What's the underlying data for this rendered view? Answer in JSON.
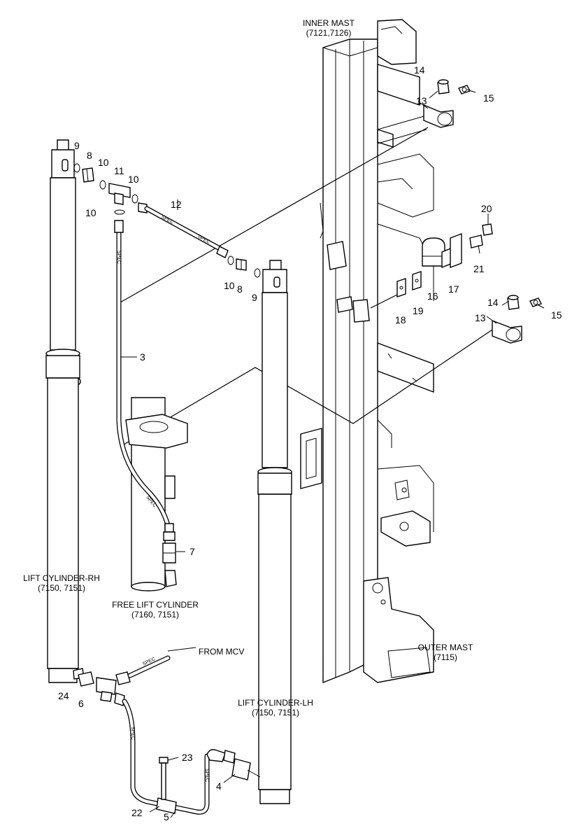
{
  "captions": {
    "inner_mast": {
      "title": "INNER MAST",
      "code": "(7121,7126)"
    },
    "outer_mast": {
      "title": "OUTER MAST",
      "code": "(7115)"
    },
    "lift_rh": {
      "title": "LIFT CYLINDER-RH",
      "code": "(7150, 7151)"
    },
    "lift_lh": {
      "title": "LIFT CYLINDER-LH",
      "code": "(7150, 7151)"
    },
    "free_lift": {
      "title": "FREE LIFT CYLINDER",
      "code": "(7160, 7151)"
    },
    "from_mcv": "FROM MCV"
  },
  "callouts": {
    "c3": "3",
    "c4": "4",
    "c5": "5",
    "c6": "6",
    "c7": "7",
    "c8a": "8",
    "c8b": "8",
    "c9a": "9",
    "c9b": "9",
    "c10a": "10",
    "c10b": "10",
    "c10c": "10",
    "c10d": "10",
    "c11": "11",
    "c12": "12",
    "c13a": "13",
    "c13b": "13",
    "c14a": "14",
    "c14b": "14",
    "c15a": "15",
    "c15b": "15",
    "c16": "16",
    "c17": "17",
    "c18": "18",
    "c19": "19",
    "c20": "20",
    "c21": "21",
    "c22": "22",
    "c23": "23",
    "c24": "24"
  }
}
